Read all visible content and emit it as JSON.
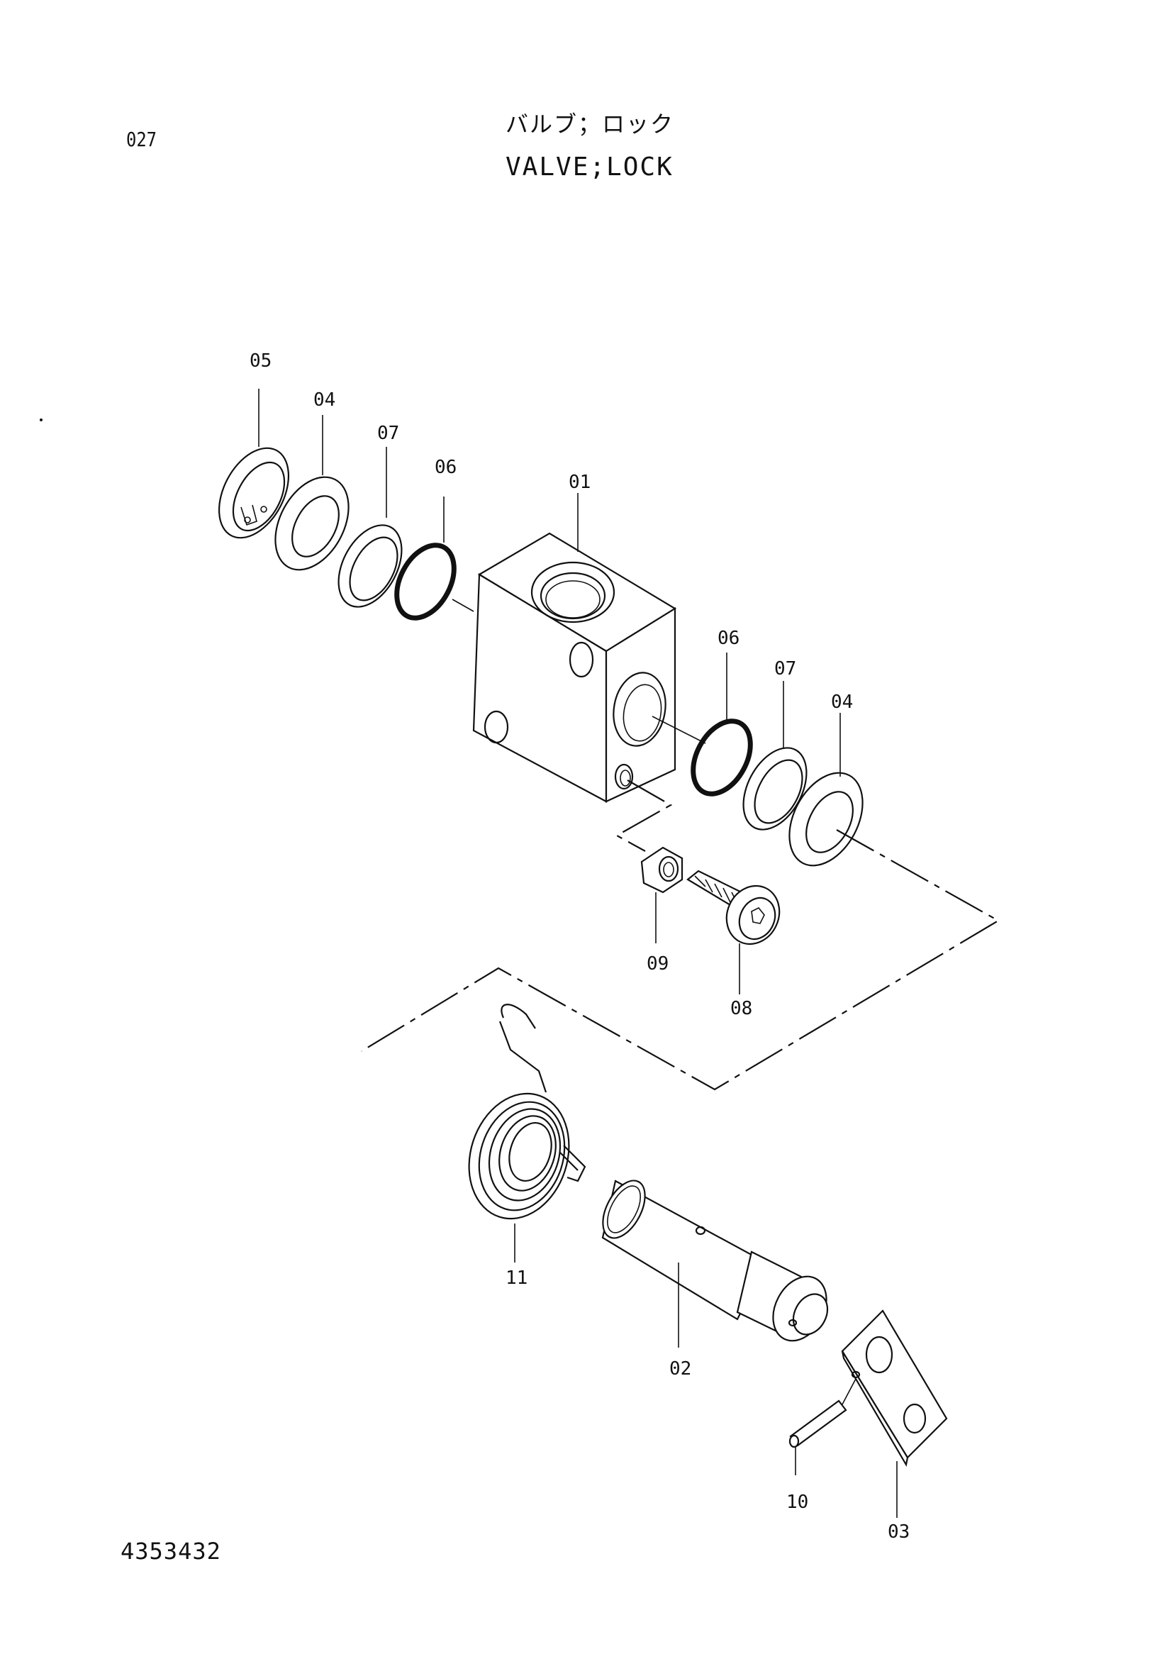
{
  "page_number": "027",
  "title_jp": "バルブ；ロック",
  "title_en": "VALVE;LOCK",
  "drawing_number": "4353432",
  "parts": {
    "p01": "01",
    "p02": "02",
    "p03": "03",
    "p04_left": "04",
    "p04_right": "04",
    "p05": "05",
    "p06_left": "06",
    "p06_right": "06",
    "p07_left": "07",
    "p07_right": "07",
    "p08": "08",
    "p09": "09",
    "p10": "10",
    "p11": "11"
  }
}
